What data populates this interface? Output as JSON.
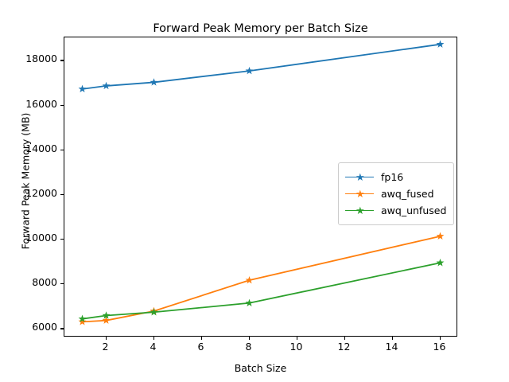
{
  "chart_data": {
    "type": "line",
    "title": "Forward Peak Memory per Batch Size",
    "xlabel": "Batch Size",
    "ylabel": "Forward Peak Memory (MB)",
    "x": [
      1,
      2,
      4,
      8,
      16
    ],
    "xlim": [
      0.25,
      16.75
    ],
    "ylim": [
      5620,
      19050
    ],
    "xticks": [
      2,
      4,
      6,
      8,
      10,
      12,
      14,
      16
    ],
    "xtick_labels": [
      "2",
      "4",
      "6",
      "8",
      "10",
      "12",
      "14",
      "16"
    ],
    "yticks": [
      6000,
      8000,
      10000,
      12000,
      14000,
      16000,
      18000
    ],
    "ytick_labels": [
      "6000",
      "8000",
      "10000",
      "12000",
      "14000",
      "16000",
      "18000"
    ],
    "grid": false,
    "legend_position": "center right",
    "marker": "star",
    "series": [
      {
        "name": "fp16",
        "color": "#1f77b4",
        "values": [
          16740,
          16880,
          17040,
          17550,
          18740
        ]
      },
      {
        "name": "awq_fused",
        "color": "#ff7f0e",
        "values": [
          6320,
          6380,
          6800,
          8180,
          10150
        ]
      },
      {
        "name": "awq_unfused",
        "color": "#2ca02c",
        "values": [
          6450,
          6600,
          6750,
          7160,
          8960
        ]
      }
    ]
  },
  "legend": {
    "entries": [
      {
        "label": "fp16"
      },
      {
        "label": "awq_fused"
      },
      {
        "label": "awq_unfused"
      }
    ]
  }
}
